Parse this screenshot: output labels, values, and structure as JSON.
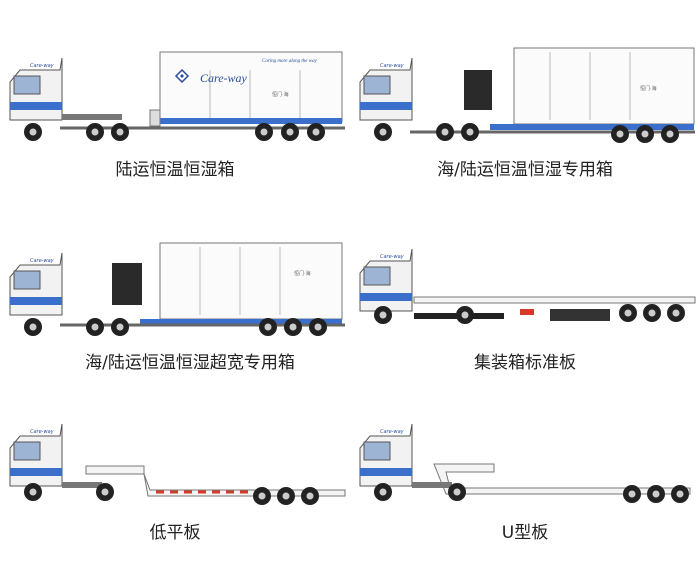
{
  "vehicles": [
    {
      "caption": "陆运恒温恒湿箱",
      "brand": "Care-way",
      "slogan": "Caring more along the way",
      "box_note": "恒门·海"
    },
    {
      "caption": "海/陆运恒温恒湿专用箱",
      "box_note": "恒门·海"
    },
    {
      "caption": "海/陆运恒温恒湿超宽专用箱",
      "box_note": "恒门·海"
    },
    {
      "caption": "集装箱标准板"
    },
    {
      "caption": "低平板"
    },
    {
      "caption": "U型板"
    }
  ],
  "cab_logo": "Care-way",
  "colors": {
    "stripe": "#3a6fcc",
    "cab": "#f2f2f2",
    "outline": "#555555",
    "tire": "#222222",
    "reefer": "#2a2a2a",
    "red": "#d23a2a"
  }
}
